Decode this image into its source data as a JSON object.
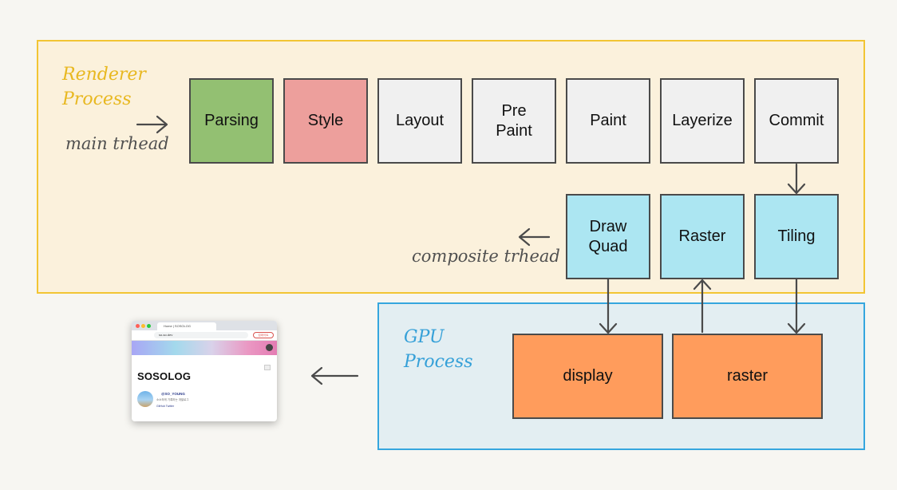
{
  "renderer": {
    "label": "Renderer\nProcess",
    "main_thread_label": "main trhead",
    "composite_thread_label": "composite trhead"
  },
  "gpu": {
    "label": "GPU\nProcess"
  },
  "main_steps": [
    {
      "id": "parsing",
      "label": "Parsing",
      "color": "#93c072"
    },
    {
      "id": "style",
      "label": "Style",
      "color": "#ed9f9c"
    },
    {
      "id": "layout",
      "label": "Layout",
      "color": "#f0f0f0"
    },
    {
      "id": "prepaint",
      "label": "Pre\nPaint",
      "color": "#f0f0f0"
    },
    {
      "id": "paint",
      "label": "Paint",
      "color": "#f0f0f0"
    },
    {
      "id": "layerize",
      "label": "Layerize",
      "color": "#f0f0f0"
    },
    {
      "id": "commit",
      "label": "Commit",
      "color": "#f0f0f0"
    }
  ],
  "composite_steps": [
    {
      "id": "draw-quad",
      "label": "Draw\nQuad"
    },
    {
      "id": "raster",
      "label": "Raster"
    },
    {
      "id": "tiling",
      "label": "Tiling"
    }
  ],
  "gpu_steps": [
    {
      "id": "display",
      "label": "display"
    },
    {
      "id": "raster",
      "label": "raster"
    }
  ],
  "colors": {
    "renderer_border": "#f2c534",
    "renderer_fill": "#fbf1dc",
    "gpu_border": "#35a6de",
    "gpu_fill": "#e3eef2",
    "composite": "#ace6f2",
    "gpu_box": "#ff9c5c",
    "arrow": "#4a4a4a"
  },
  "browser_preview": {
    "tab_title": "Home | SOSOLOG",
    "url": "so-so.dev",
    "update_button": "업데이트",
    "brand": "SOSOLOG",
    "handle": "@SO_YOUNG",
    "description": "소소하게 기록하는 개발로그",
    "links": "GitHub  Twitter",
    "github_icon": "github-icon"
  }
}
